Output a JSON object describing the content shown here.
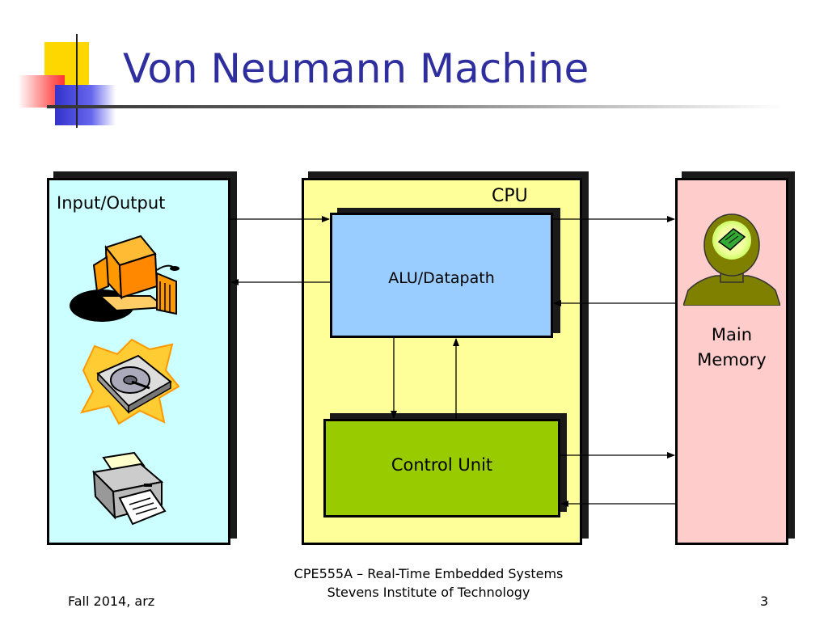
{
  "slide": {
    "title": "Von Neumann Machine",
    "accent_colors": {
      "yellow": "#ffd700",
      "red": "#ff5050",
      "blue": "#3333cc",
      "title": "#2e2e9e"
    }
  },
  "diagram": {
    "io_label": "Input/Output",
    "cpu_label": "CPU",
    "alu_label": "ALU/Datapath",
    "control_label": "Control Unit",
    "memory_label_line1": "Main",
    "memory_label_line2": "Memory",
    "colors": {
      "io_fill": "#ccffff",
      "cpu_fill": "#ffff99",
      "alu_fill": "#99ccff",
      "control_fill": "#99cc00",
      "memory_fill": "#ffcccc"
    },
    "icons": [
      "computer-icon",
      "hard-disk-icon",
      "printer-icon",
      "head-chip-icon"
    ]
  },
  "footer": {
    "left": "Fall 2014, arz",
    "center_line1": "CPE555A – Real-Time Embedded Systems",
    "center_line2": "Stevens Institute of Technology",
    "page_number": "3"
  }
}
